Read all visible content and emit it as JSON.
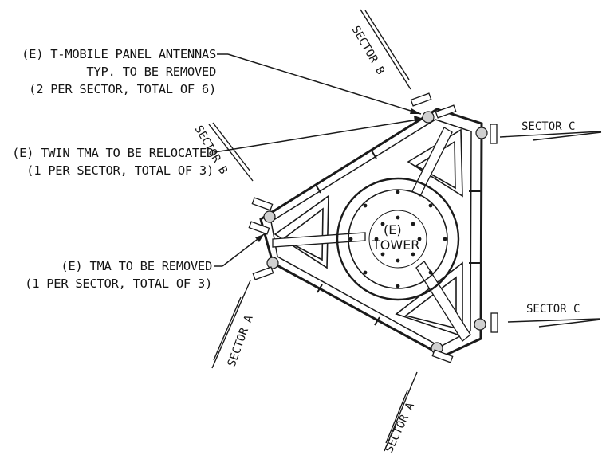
{
  "callouts": {
    "panel_antennas": [
      "(E) T-MOBILE PANEL ANTENNAS",
      "TYP. TO BE REMOVED",
      "(2 PER SECTOR, TOTAL OF 6)"
    ],
    "twin_tma": [
      "(E) TWIN TMA TO BE RELOCATED",
      "(1 PER SECTOR, TOTAL OF 3)"
    ],
    "tma": [
      "(E) TMA TO BE REMOVED",
      "(1 PER SECTOR, TOTAL OF 3)"
    ]
  },
  "sectors": {
    "b_top": "SECTOR B",
    "b_left": "SECTOR B",
    "c_top": "SECTOR C",
    "c_bottom": "SECTOR C",
    "a_left": "SECTOR A",
    "a_bottom": "SECTOR A"
  },
  "tower": {
    "line1": "(E)",
    "line2": "TOWER"
  }
}
